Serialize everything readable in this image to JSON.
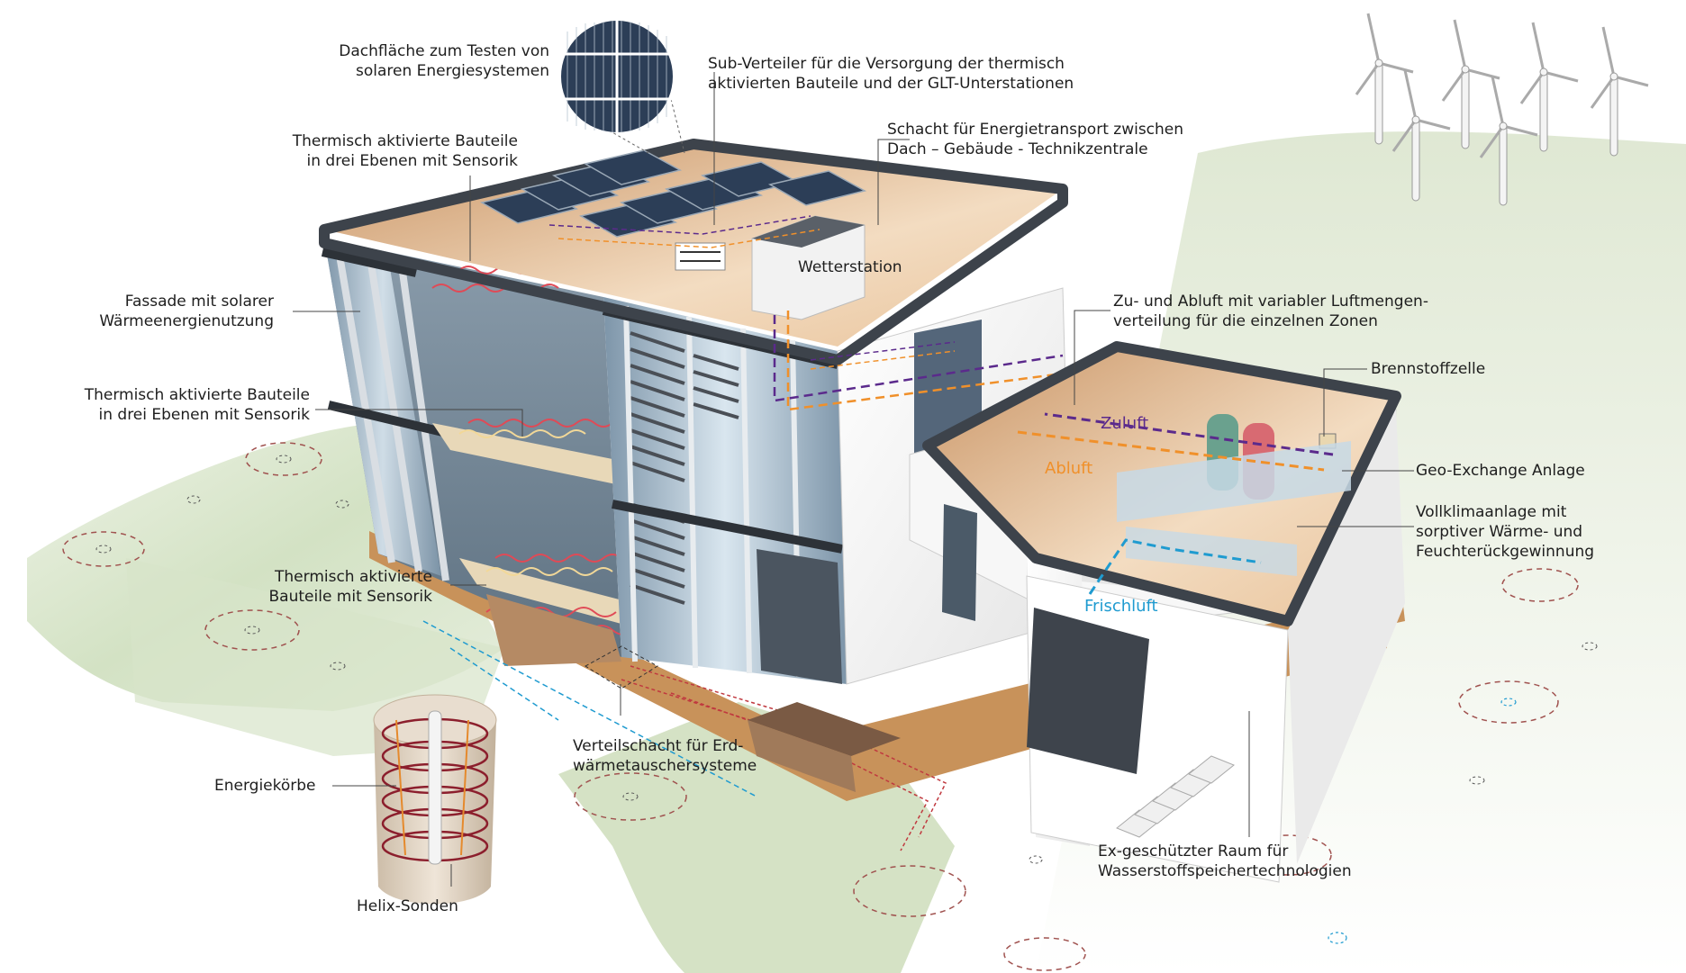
{
  "diagram": {
    "colors": {
      "ground_green": "#d6e3c8",
      "floor_tan": "#d9a877",
      "roof_dark": "#3d434b",
      "glass_blue": "#8fa6b8",
      "solar_navy": "#2c3e57",
      "zuluft_purple": "#5b2a8c",
      "abluft_orange": "#f0902a",
      "frischluft_cyan": "#1f9bd0",
      "pipe_red": "#d93b4a",
      "soil_brown": "#c8925a"
    },
    "labels": {
      "solar_roof": [
        "Dachfläche zum Testen von",
        "solaren Energiesystemen"
      ],
      "sub_distributor": [
        "Sub-Verteiler für die Versorgung der thermisch",
        "aktivierten Bauteile und der GLT-Unterstationen"
      ],
      "shaft": [
        "Schacht für Energietransport zwischen",
        "Dach – Gebäude - Technikzentrale"
      ],
      "thermal_top": [
        "Thermisch aktivierte Bauteile",
        "in drei Ebenen mit Sensorik"
      ],
      "weather_station": "Wetterstation",
      "facade": [
        "Fassade mit solarer",
        "Wärmeenergienutzung"
      ],
      "air_distribution": [
        "Zu- und Abluft mit variabler Luftmengen-",
        "verteilung für die einzelnen Zonen"
      ],
      "thermal_mid": [
        "Thermisch aktivierte Bauteile",
        "in drei Ebenen mit Sensorik"
      ],
      "fuel_cell": "Brennstoffzelle",
      "geo_exchange": "Geo-Exchange Anlage",
      "hvac": [
        "Vollklimaanlage mit",
        "sorptiver Wärme- und",
        "Feuchterückgewinnung"
      ],
      "thermal_bottom": [
        "Thermisch aktivierte",
        "Bauteile mit Sensorik"
      ],
      "distribution_shaft": [
        "Verteilschacht für Erd-",
        "wärmetauschersysteme"
      ],
      "energy_baskets": "Energiekörbe",
      "helix_probes": "Helix-Sonden",
      "hydrogen_room": [
        "Ex-geschützter Raum für",
        "Wasserstoffspeichertechnologien"
      ]
    },
    "flows": {
      "zuluft": "Zuluft",
      "abluft": "Abluft",
      "frischluft": "Frischluft"
    }
  }
}
